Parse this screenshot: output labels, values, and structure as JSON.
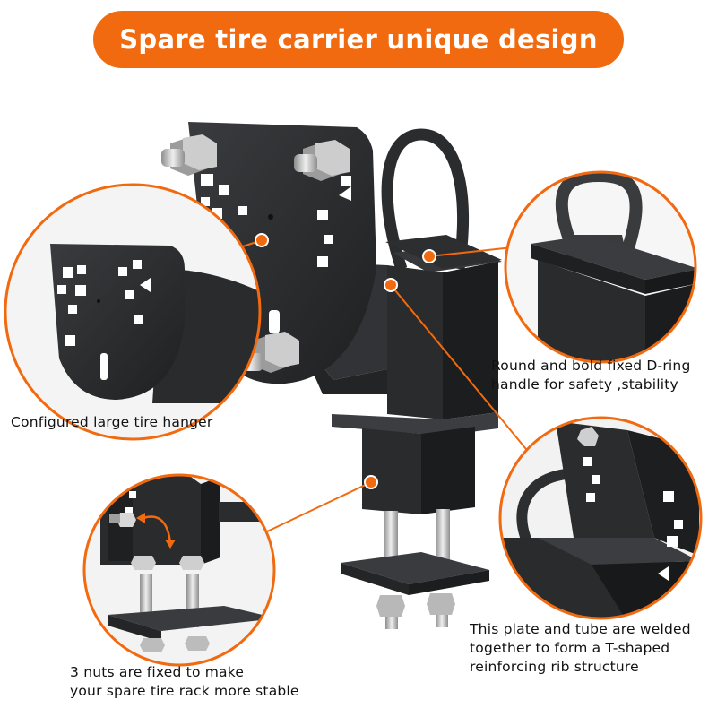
{
  "title": "Spare tire carrier unique design",
  "captions": {
    "hanger": "Configured large tire hanger",
    "dring": [
      "Round and bold fixed D-ring",
      "handle for safety ,stability"
    ],
    "nuts": [
      "3 nuts are fixed to make",
      "your spare tire rack more stable"
    ],
    "plate": [
      "This plate and tube are welded",
      "together to form a T-shaped",
      "reinforcing rib structure"
    ]
  },
  "colors": {
    "accent": "#f26a10",
    "steel": "#2b2c2e",
    "steel_light": "#4a4b4e",
    "bolt": "#c9c9c9",
    "text": "#111111",
    "background": "#ffffff"
  },
  "icons": [
    "callout-dot-icon",
    "curved-arrow-icon"
  ]
}
